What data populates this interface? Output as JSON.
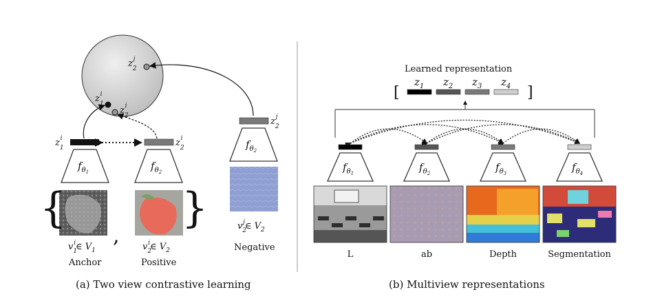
{
  "panel_a": {
    "caption": "(a) Two view contrastive learning",
    "sphere_points": {
      "z2j": "z",
      "z1i": "z",
      "z2i": "z"
    },
    "anchor": {
      "code": "z",
      "encoder": "f",
      "enc_sub": "θ",
      "enc_idx": "1",
      "view": "v",
      "set": "∈ V",
      "label": "Anchor"
    },
    "positive": {
      "code": "z",
      "encoder": "f",
      "enc_sub": "θ",
      "enc_idx": "2",
      "view": "v",
      "set": "∈ V",
      "label": "Positive"
    },
    "negative": {
      "code": "z",
      "encoder": "f",
      "enc_sub": "θ",
      "enc_idx": "2",
      "view": "v",
      "set": "∈ V",
      "label": "Negative"
    },
    "comma": ","
  },
  "panel_b": {
    "caption": "(b) Multiview representations",
    "title": "Learned representation",
    "bracket_left": "[",
    "bracket_right": "]",
    "codes": [
      {
        "sym": "z",
        "idx": "1",
        "color": "#000000"
      },
      {
        "sym": "z",
        "idx": "2",
        "color": "#555555"
      },
      {
        "sym": "z",
        "idx": "3",
        "color": "#7a7a7a"
      },
      {
        "sym": "z",
        "idx": "4",
        "color": "#cfcfcf"
      }
    ],
    "views": [
      {
        "label": "L",
        "encoder": "f",
        "sub": "θ",
        "idx": "1",
        "bar": "#000000"
      },
      {
        "label": "ab",
        "encoder": "f",
        "sub": "θ",
        "idx": "2",
        "bar": "#555555"
      },
      {
        "label": "Depth",
        "encoder": "f",
        "sub": "θ",
        "idx": "3",
        "bar": "#7a7a7a"
      },
      {
        "label": "Segmentation",
        "encoder": "f",
        "sub": "θ",
        "idx": "4",
        "bar": "#cfcfcf"
      }
    ]
  }
}
